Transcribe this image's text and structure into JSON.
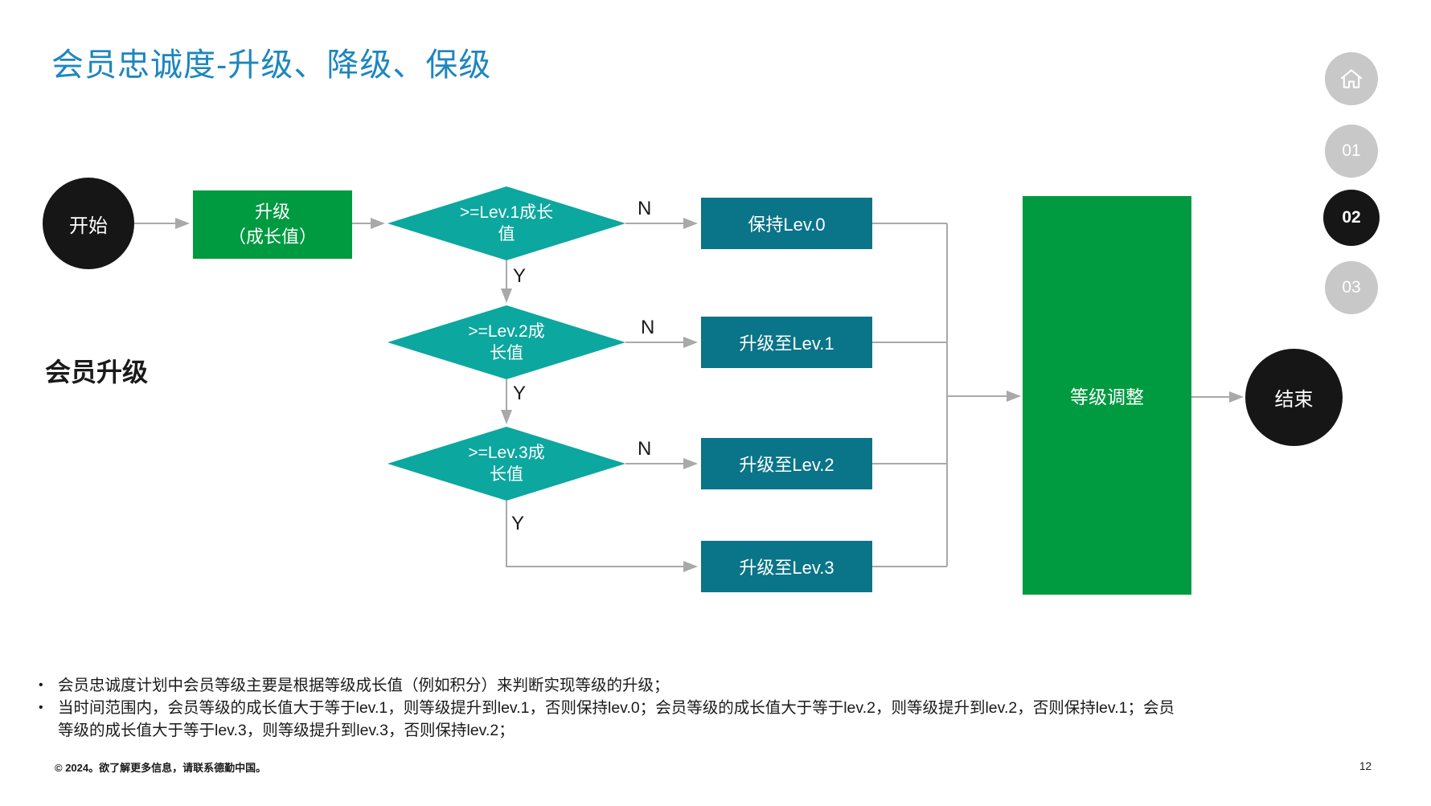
{
  "title": "会员忠诚度-升级、降级、保级",
  "nav": {
    "items": [
      {
        "label": "01",
        "active": false
      },
      {
        "label": "02",
        "active": true
      },
      {
        "label": "03",
        "active": false
      }
    ]
  },
  "section_label": "会员升级",
  "flow": {
    "start": "开始",
    "process": {
      "line1": "升级",
      "line2": "（成长值）"
    },
    "decisions": [
      {
        "line1": ">=Lev.1成长",
        "line2": "值"
      },
      {
        "line1": ">=Lev.2成",
        "line2": "长值"
      },
      {
        "line1": ">=Lev.3成",
        "line2": "长值"
      }
    ],
    "outcomes": [
      "保持Lev.0",
      "升级至Lev.1",
      "升级至Lev.2",
      "升级至Lev.3"
    ],
    "adjust": "等级调整",
    "end": "结束",
    "yes_label": "Y",
    "no_label": "N"
  },
  "list_marker": "•",
  "bullets": [
    "会员忠诚度计划中会员等级主要是根据等级成长值（例如积分）来判断实现等级的升级；",
    "当时间范围内，会员等级的成长值大于等于lev.1，则等级提升到lev.1，否则保持lev.0；会员等级的成长值大于等于lev.2，则等级提升到lev.2，否则保持lev.1；会员等级的成长值大于等于lev.3，则等级提升到lev.3，否则保持lev.2；"
  ],
  "footer": {
    "copyright": "© 2024。欲了解更多信息，请联系德勤中国。",
    "page_number": "12"
  },
  "colors": {
    "title_blue": "#1E86BE",
    "green": "#009A41",
    "teal_bright": "#0CA79F",
    "teal_dark": "#0A7488",
    "node_black": "#161616",
    "nav_gray": "#C8C8C8",
    "arrow_gray": "#A9A9A9"
  }
}
